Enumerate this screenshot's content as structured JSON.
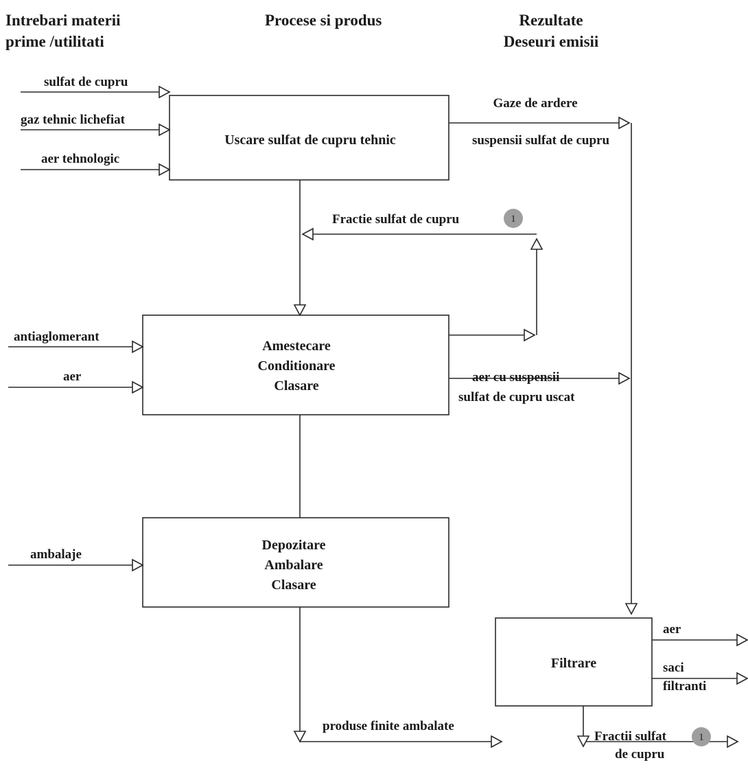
{
  "headers": {
    "inputs": [
      "Intrebari materii",
      "prime /utilitati"
    ],
    "process": "Procese si produs",
    "results": [
      "Rezultate",
      "Deseuri emisii"
    ]
  },
  "boxes": {
    "drying": [
      "Uscare sulfat de cupru tehnic"
    ],
    "mixing": [
      "Amestecare",
      "Conditionare",
      "Clasare"
    ],
    "storage": [
      "Depozitare",
      "Ambalare",
      "Clasare"
    ],
    "filter": [
      "Filtrare"
    ]
  },
  "inputs": {
    "drying": [
      "sulfat de cupru",
      "gaz tehnic lichefiat",
      "aer tehnologic"
    ],
    "mixing": [
      "antiaglomerant",
      "aer"
    ],
    "storage": [
      "ambalaje"
    ]
  },
  "outputs": {
    "flue_gas": "Gaze de ardere",
    "drying_suspension": "suspensii sulfat de cupru",
    "recycle_fraction": "Fractie sulfat de cupru",
    "mixing_air": [
      "aer cu suspensii",
      "sulfat de cupru uscat"
    ],
    "final_product": "produse finite ambalate",
    "filter_air": "aer",
    "filter_bags": [
      "saci",
      "filtranti"
    ],
    "filter_fractions": [
      "Fractii sulfat",
      "de cupru"
    ]
  },
  "badge": "1",
  "colors": {
    "line": "#2a2a2a",
    "text": "#1a1a1a",
    "badge": "#9e9e9e",
    "background": "#ffffff"
  }
}
